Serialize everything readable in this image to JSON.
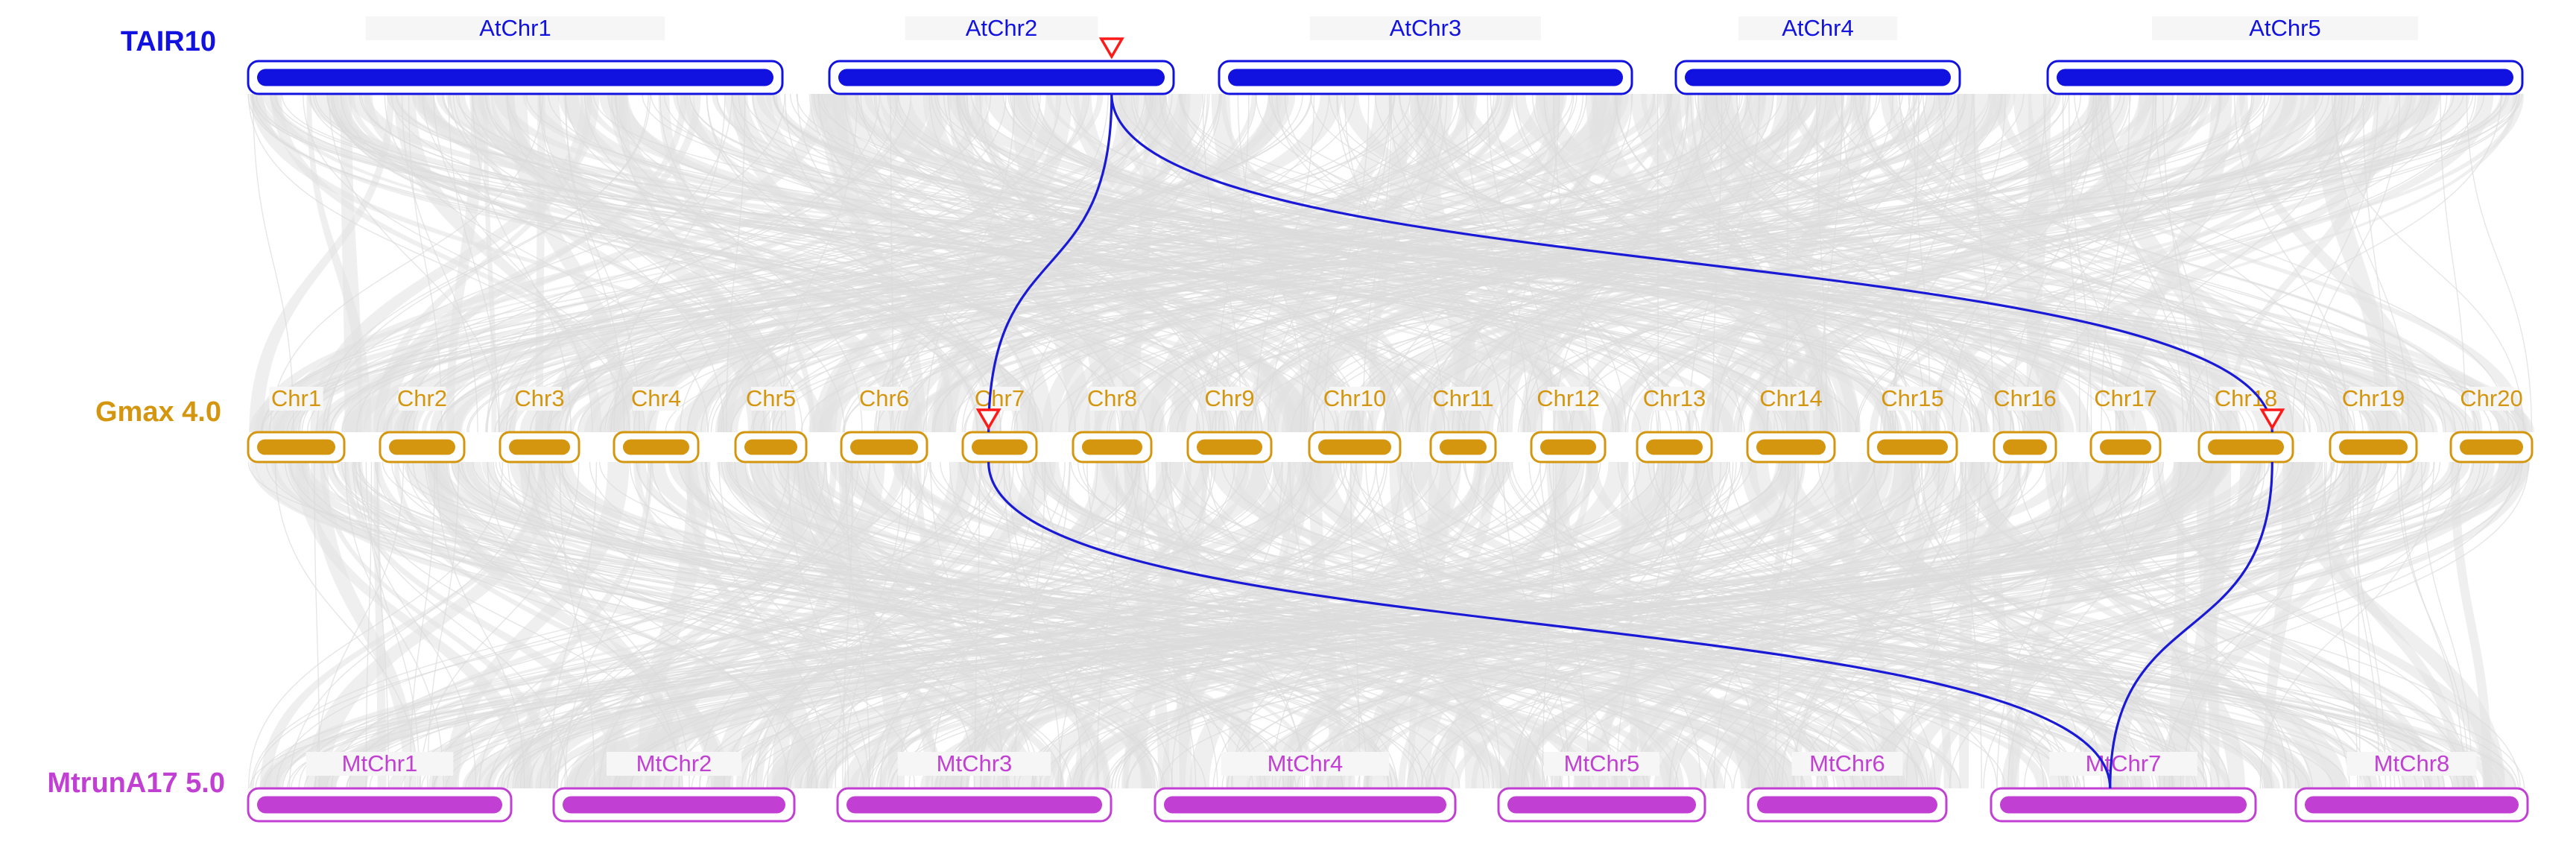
{
  "genomes": [
    {
      "name": "TAIR10",
      "color": "#1212e0",
      "chromosomes": [
        "AtChr1",
        "AtChr2",
        "AtChr3",
        "AtChr4",
        "AtChr5"
      ]
    },
    {
      "name": "Gmax 4.0",
      "color": "#d4960f",
      "chromosomes": [
        "Chr1",
        "Chr2",
        "Chr3",
        "Chr4",
        "Chr5",
        "Chr6",
        "Chr7",
        "Chr8",
        "Chr9",
        "Chr10",
        "Chr11",
        "Chr12",
        "Chr13",
        "Chr14",
        "Chr15",
        "Chr16",
        "Chr17",
        "Chr18",
        "Chr19",
        "Chr20"
      ]
    },
    {
      "name": "MtrunA17 5.0",
      "color": "#c23fd4",
      "chromosomes": [
        "MtChr1",
        "MtChr2",
        "MtChr3",
        "MtChr4",
        "MtChr5",
        "MtChr6",
        "MtChr7",
        "MtChr8"
      ]
    }
  ],
  "markers": [
    {
      "genome": 0,
      "chromosome": "AtChr2"
    },
    {
      "genome": 1,
      "chromosome": "Chr7"
    },
    {
      "genome": 1,
      "chromosome": "Chr18"
    }
  ],
  "links": [
    {
      "from": "AtChr2",
      "to": "Chr7"
    },
    {
      "from": "AtChr2",
      "to": "Chr18"
    },
    {
      "from": "Chr7",
      "to": "MtChr7"
    },
    {
      "from": "Chr18",
      "to": "MtChr7"
    }
  ],
  "colors": {
    "background_links": "#dcdcdc",
    "highlight_links": "#1a1ad6",
    "marker": "#ff1a1a"
  }
}
